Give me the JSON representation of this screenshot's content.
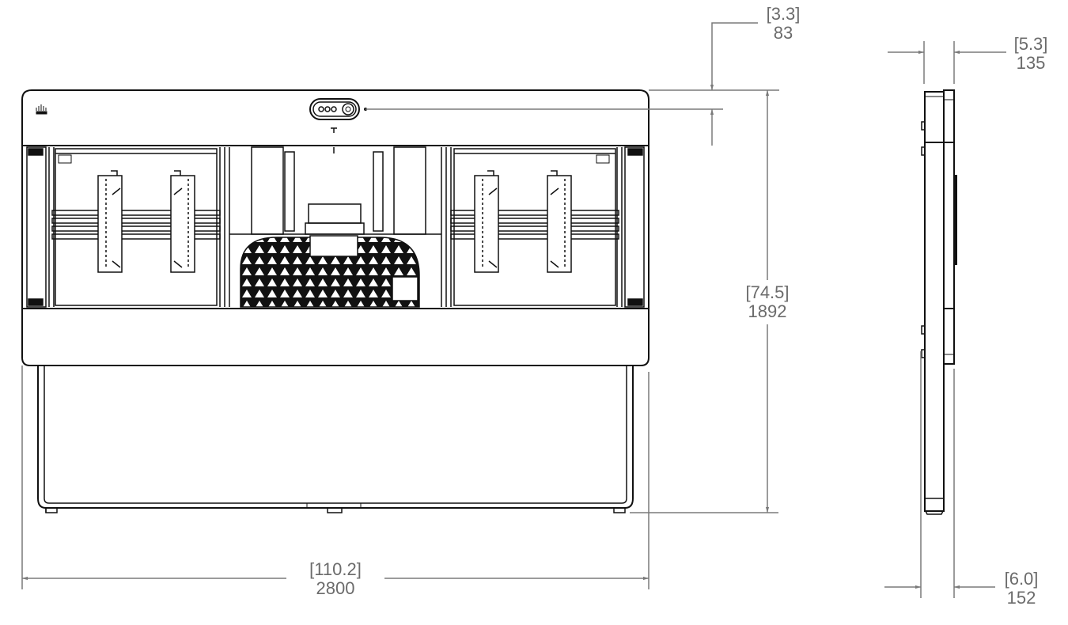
{
  "drawing": {
    "type": "technical dimension drawing",
    "views": [
      "front-view",
      "side-view"
    ],
    "units": {
      "primary": "mm",
      "secondary": "inches (bracketed)"
    },
    "colors": {
      "line": "#111111",
      "dimension": "#7a7a7a",
      "text": "#6b6b6b",
      "background": "#ffffff"
    }
  },
  "dimensions": {
    "top_offset": {
      "inches": "[3.3]",
      "mm": "83"
    },
    "side_top_depth": {
      "inches": "[5.3]",
      "mm": "135"
    },
    "height": {
      "inches": "[74.5]",
      "mm": "1892"
    },
    "width": {
      "inches": "[110.2]",
      "mm": "2800"
    },
    "side_bottom_depth": {
      "inches": "[6.0]",
      "mm": "152"
    }
  },
  "front_view": {
    "logo": "cisco-logo",
    "camera": "camera-module",
    "left_panel": {
      "brackets": 2
    },
    "right_panel": {
      "brackets": 2
    },
    "center": {
      "grille": "triangular-mesh-speaker-grille"
    }
  }
}
